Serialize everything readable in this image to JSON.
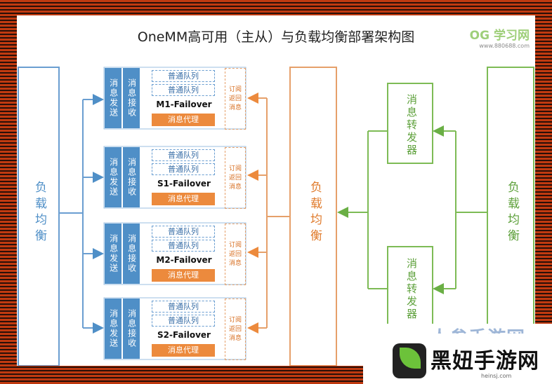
{
  "title": "OneMM高可用（主从）与负载均衡部署架构图",
  "watermark_top": {
    "logo": "OG 学习网",
    "url": "www.880688.com"
  },
  "left_lb": {
    "label": "负载均衡"
  },
  "center_lb": {
    "label": "负载均衡"
  },
  "right_lb": {
    "label": "负载均衡"
  },
  "groups": [
    {
      "send": "消息发送",
      "recv": "消息接收",
      "queue1": "普通队列",
      "queue2": "普通队列",
      "name": "M1-Failover",
      "proxy": "消息代理",
      "sub": "订阅\n返回\n消息"
    },
    {
      "send": "消息发送",
      "recv": "消息接收",
      "queue1": "普通队列",
      "queue2": "普通队列",
      "name": "S1-Failover",
      "proxy": "消息代理",
      "sub": "订阅\n返回\n消息"
    },
    {
      "send": "消息发送",
      "recv": "消息接收",
      "queue1": "普通队列",
      "queue2": "普通队列",
      "name": "M2-Failover",
      "proxy": "消息代理",
      "sub": "订阅\n返回\n消息"
    },
    {
      "send": "消息发送",
      "recv": "消息接收",
      "queue1": "普通队列",
      "queue2": "普通队列",
      "name": "S2-Failover",
      "proxy": "消息代理",
      "sub": "订阅\n返回\n消息"
    }
  ],
  "forwarders": [
    {
      "label": "消息转发器"
    },
    {
      "label": "消息转发器"
    }
  ],
  "bottom_watermark": {
    "brand_top": "人参手游网",
    "brand": "黑妞手游网",
    "url": "heinsj.com"
  },
  "colors": {
    "blue": "#4f8fc7",
    "orange": "#ec8a3d",
    "green": "#6aaf45"
  }
}
